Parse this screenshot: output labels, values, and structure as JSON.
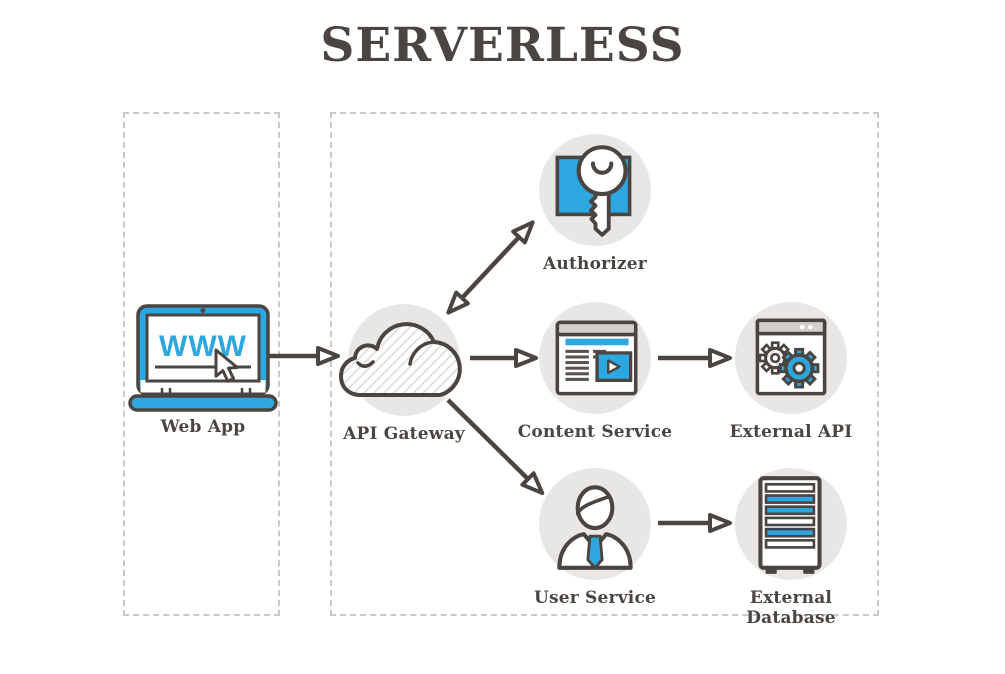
{
  "title": "SERVERLESS",
  "colors": {
    "accent_blue": "#2da7e0",
    "ink": "#4a4541",
    "node_circle": "#e8e7e5",
    "dashed_border": "#c9c9c9",
    "titlebar_gray": "#d2d0ce",
    "hatch_gray": "#d7d4d1",
    "text_line_gray": "#57534f"
  },
  "web_app": {
    "label": "Web App",
    "screen_text": "WWW",
    "icon": "laptop-browser-icon"
  },
  "nodes": {
    "api_gateway": {
      "label": "API Gateway",
      "icon": "cloud-icon"
    },
    "authorizer": {
      "label": "Authorizer",
      "icon": "key-icon"
    },
    "content_service": {
      "label": "Content Service",
      "icon": "media-browser-icon"
    },
    "external_api": {
      "label": "External API",
      "icon": "gears-browser-icon"
    },
    "user_service": {
      "label": "User Service",
      "icon": "person-icon"
    },
    "external_database": {
      "label": "External Database",
      "icon": "server-tower-icon"
    }
  },
  "connections": [
    {
      "from": "web-app",
      "to": "api-gateway",
      "direction": "one-way"
    },
    {
      "from": "api-gateway",
      "to": "authorizer",
      "direction": "two-way"
    },
    {
      "from": "api-gateway",
      "to": "content-service",
      "direction": "one-way"
    },
    {
      "from": "api-gateway",
      "to": "user-service",
      "direction": "one-way"
    },
    {
      "from": "content-service",
      "to": "external-api",
      "direction": "one-way"
    },
    {
      "from": "user-service",
      "to": "external-database",
      "direction": "one-way"
    }
  ]
}
